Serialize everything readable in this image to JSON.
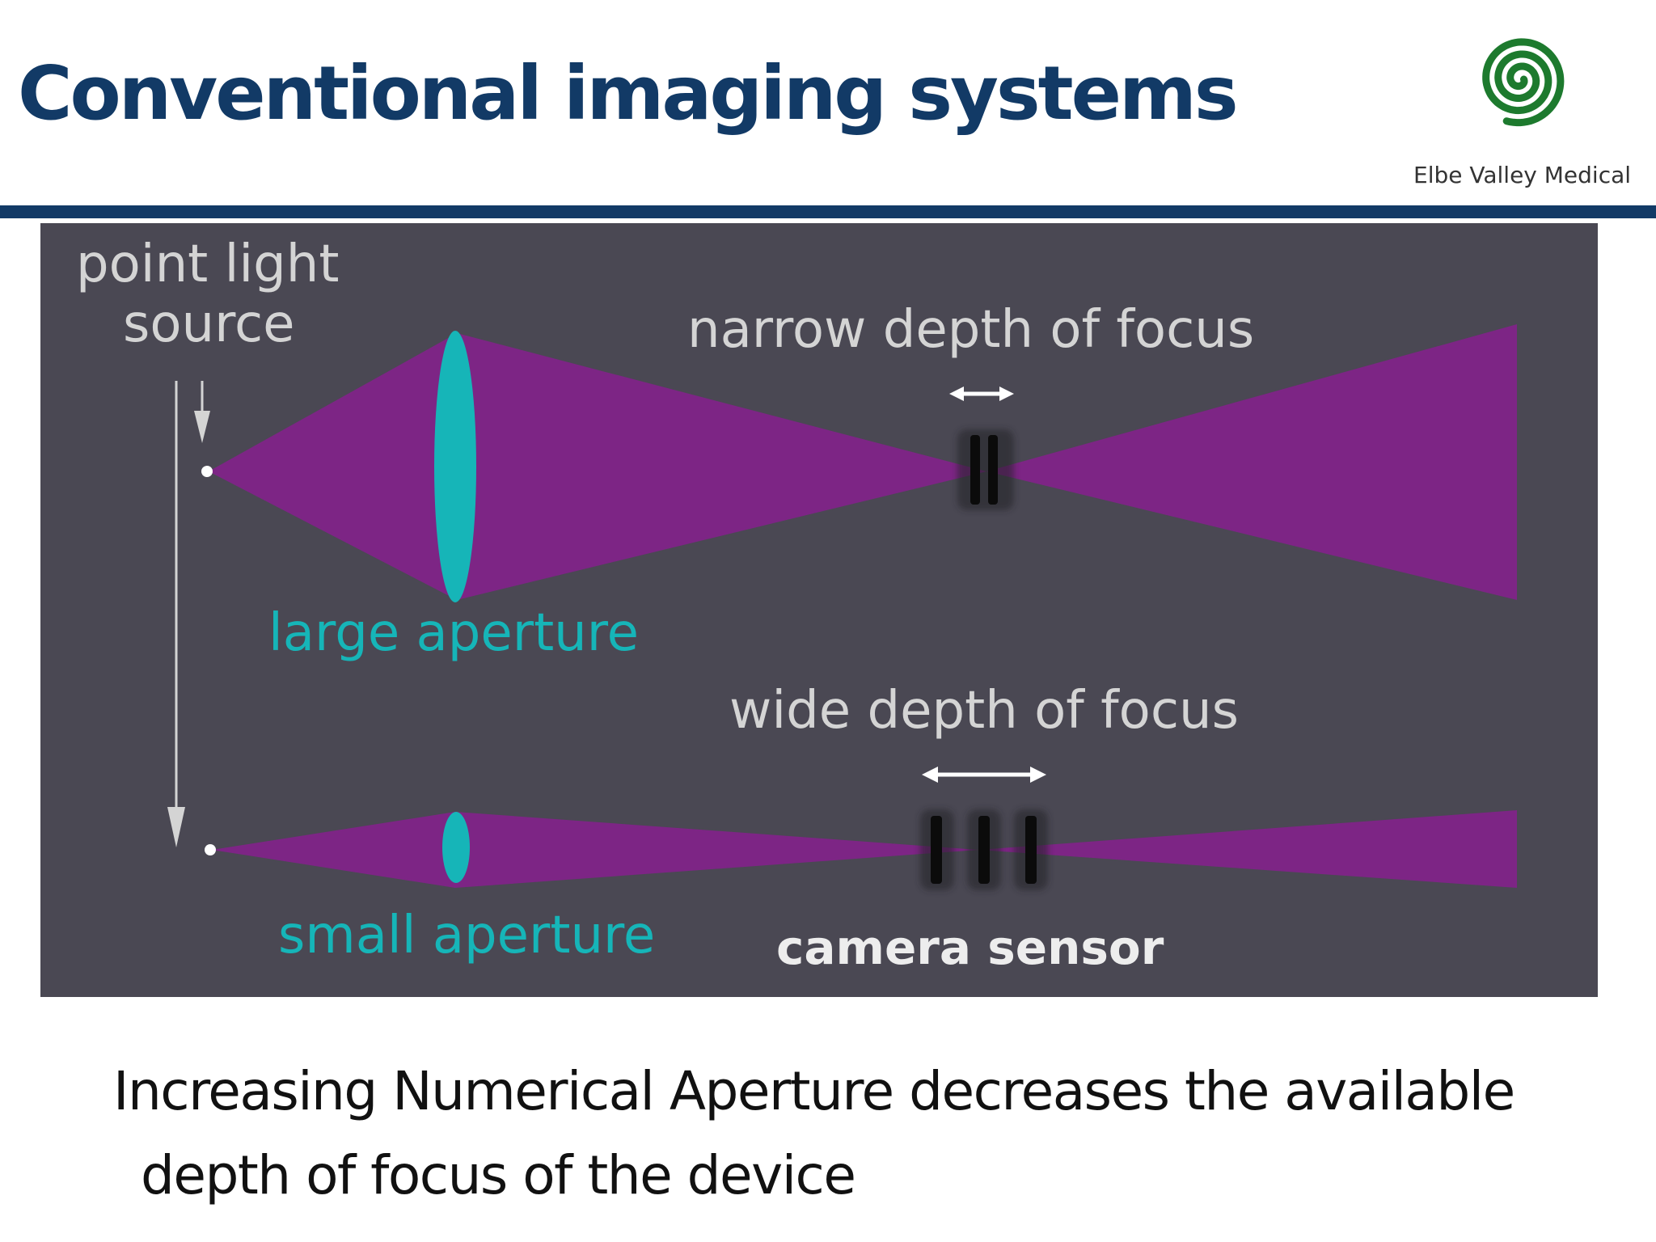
{
  "slide": {
    "title": "Conventional imaging systems",
    "caption_line1": "Increasing Numerical Aperture decreases the available",
    "caption_line2": "depth of focus of the device"
  },
  "logo": {
    "text": "Elbe Valley Medical",
    "color": "#1d7a2e"
  },
  "diagram": {
    "labels": {
      "point_light_line1": "point light",
      "point_light_line2": "source",
      "narrow_focus": "narrow depth of focus",
      "large_aperture": "large aperture",
      "wide_focus": "wide depth of focus",
      "small_aperture": "small aperture",
      "camera_sensor": "camera sensor"
    },
    "colors": {
      "background": "#4a4853",
      "light_cone": "#7d2585",
      "lens": "#16b5b8",
      "text": "#d4d4d4",
      "title": "#123a66"
    }
  }
}
